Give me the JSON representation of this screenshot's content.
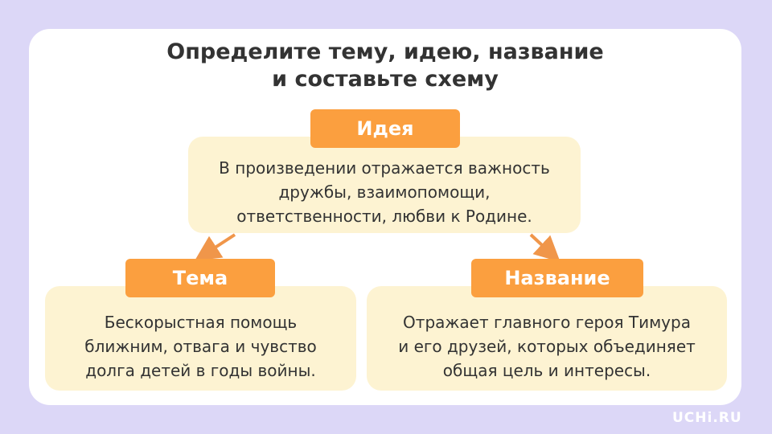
{
  "slide": {
    "title_lines": [
      "Определите тему, идею, название",
      "и составьте схему"
    ]
  },
  "idea": {
    "label": "Идея",
    "lines": [
      "В произведении отражается важность",
      "дружбы, взаимопомощи,",
      "ответственности, любви к Родине."
    ]
  },
  "theme": {
    "label": "Тема",
    "lines": [
      "Бескорыстная помощь",
      "ближним, отвага и чувство",
      "долга детей в годы войны."
    ]
  },
  "name": {
    "label": "Название",
    "lines": [
      "Отражает главного героя Тимура",
      "и его друзей, которых объединяет",
      "общая цель и интересы."
    ]
  },
  "brand": "UCHi.RU",
  "colors": {
    "background": "#dcd7f7",
    "label_orange": "#fb9f3f",
    "box_cream": "#fdf3d2",
    "text": "#333333"
  }
}
